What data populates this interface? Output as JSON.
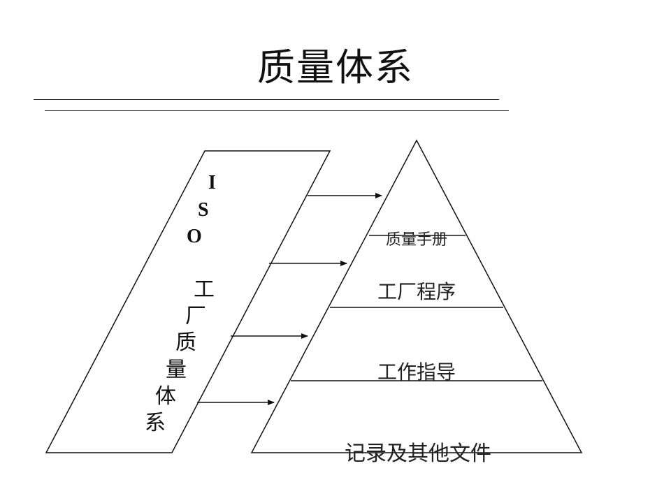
{
  "title": "质量体系",
  "left_panel": {
    "chars": [
      "I",
      "S",
      "O",
      "工",
      "厂",
      "质",
      "量",
      "体",
      "系"
    ]
  },
  "pyramid": {
    "tiers": [
      "质量手册",
      "工厂程序",
      "工作指导",
      "记录及其他文件"
    ]
  },
  "colors": {
    "line": "#111111",
    "text": "#111111",
    "background": "#ffffff"
  }
}
